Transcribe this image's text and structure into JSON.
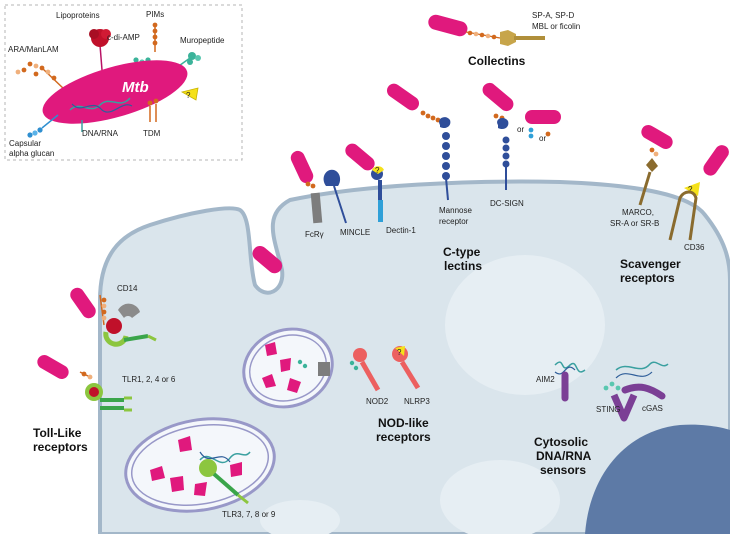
{
  "colors": {
    "bacterium": "#e0197d",
    "bacterium_dark": "#b81265",
    "beads": "#d2691e",
    "beads_light": "#f0b07c",
    "cell_fill": "#dae5ec",
    "cell_edge": "#a3b7c9",
    "nucleus": "#5d7aa6",
    "tlr": "#8cc63f",
    "tlr_dark": "#3aa54a",
    "ctl": "#2f4e9a",
    "nod": "#ec6060",
    "yellow": "#f5e11a",
    "scav": "#8a6b2e",
    "gray": "#8b8b8b",
    "teal": "#3bb39a",
    "purple": "#7b3f95"
  },
  "inset": {
    "labels": {
      "lipoproteins": "Lipoproteins",
      "ara_manlam": "ARA/ManLAM",
      "c_di_amp": "c-di-AMP",
      "pims": "PIMs",
      "muropeptide": "Muropeptide",
      "mtb": "Mtb",
      "tdm": "TDM",
      "dna_rna": "DNA/RNA",
      "capsular_1": "Capsular",
      "capsular_2": "alpha glucan"
    }
  },
  "collectins": {
    "title": "Collectins",
    "line1": "SP-A, SP-D",
    "line2": "MBL or ficolin"
  },
  "receptors": {
    "fcr": "FcRγ",
    "mincle": "MINCLE",
    "dectin": "Dectin-1",
    "mannose_1": "Mannose",
    "mannose_2": "receptor",
    "dcsign": "DC-SIGN",
    "or_1": "or",
    "or_2": "or",
    "marco_1": "MARCO,",
    "marco_2": "SR-A or SR-B",
    "cd36": "CD36",
    "cd14": "CD14",
    "tlr_surface": "TLR1, 2, 4 or 6",
    "tlr_endo": "TLR3, 7, 8 or 9",
    "nod2": "NOD2",
    "nlrp3": "NLRP3",
    "aim2": "AIM2",
    "sting": "STING",
    "cgas": "cGAS",
    "question": "?"
  },
  "groups": {
    "ctype_1": "C-type",
    "ctype_2": "lectins",
    "scav_1": "Scavenger",
    "scav_2": "receptors",
    "toll_1": "Toll-Like",
    "toll_2": "receptors",
    "nod_1": "NOD-like",
    "nod_2": "receptors",
    "cyto_1": "Cytosolic",
    "cyto_2": "DNA/RNA",
    "cyto_3": "sensors"
  }
}
